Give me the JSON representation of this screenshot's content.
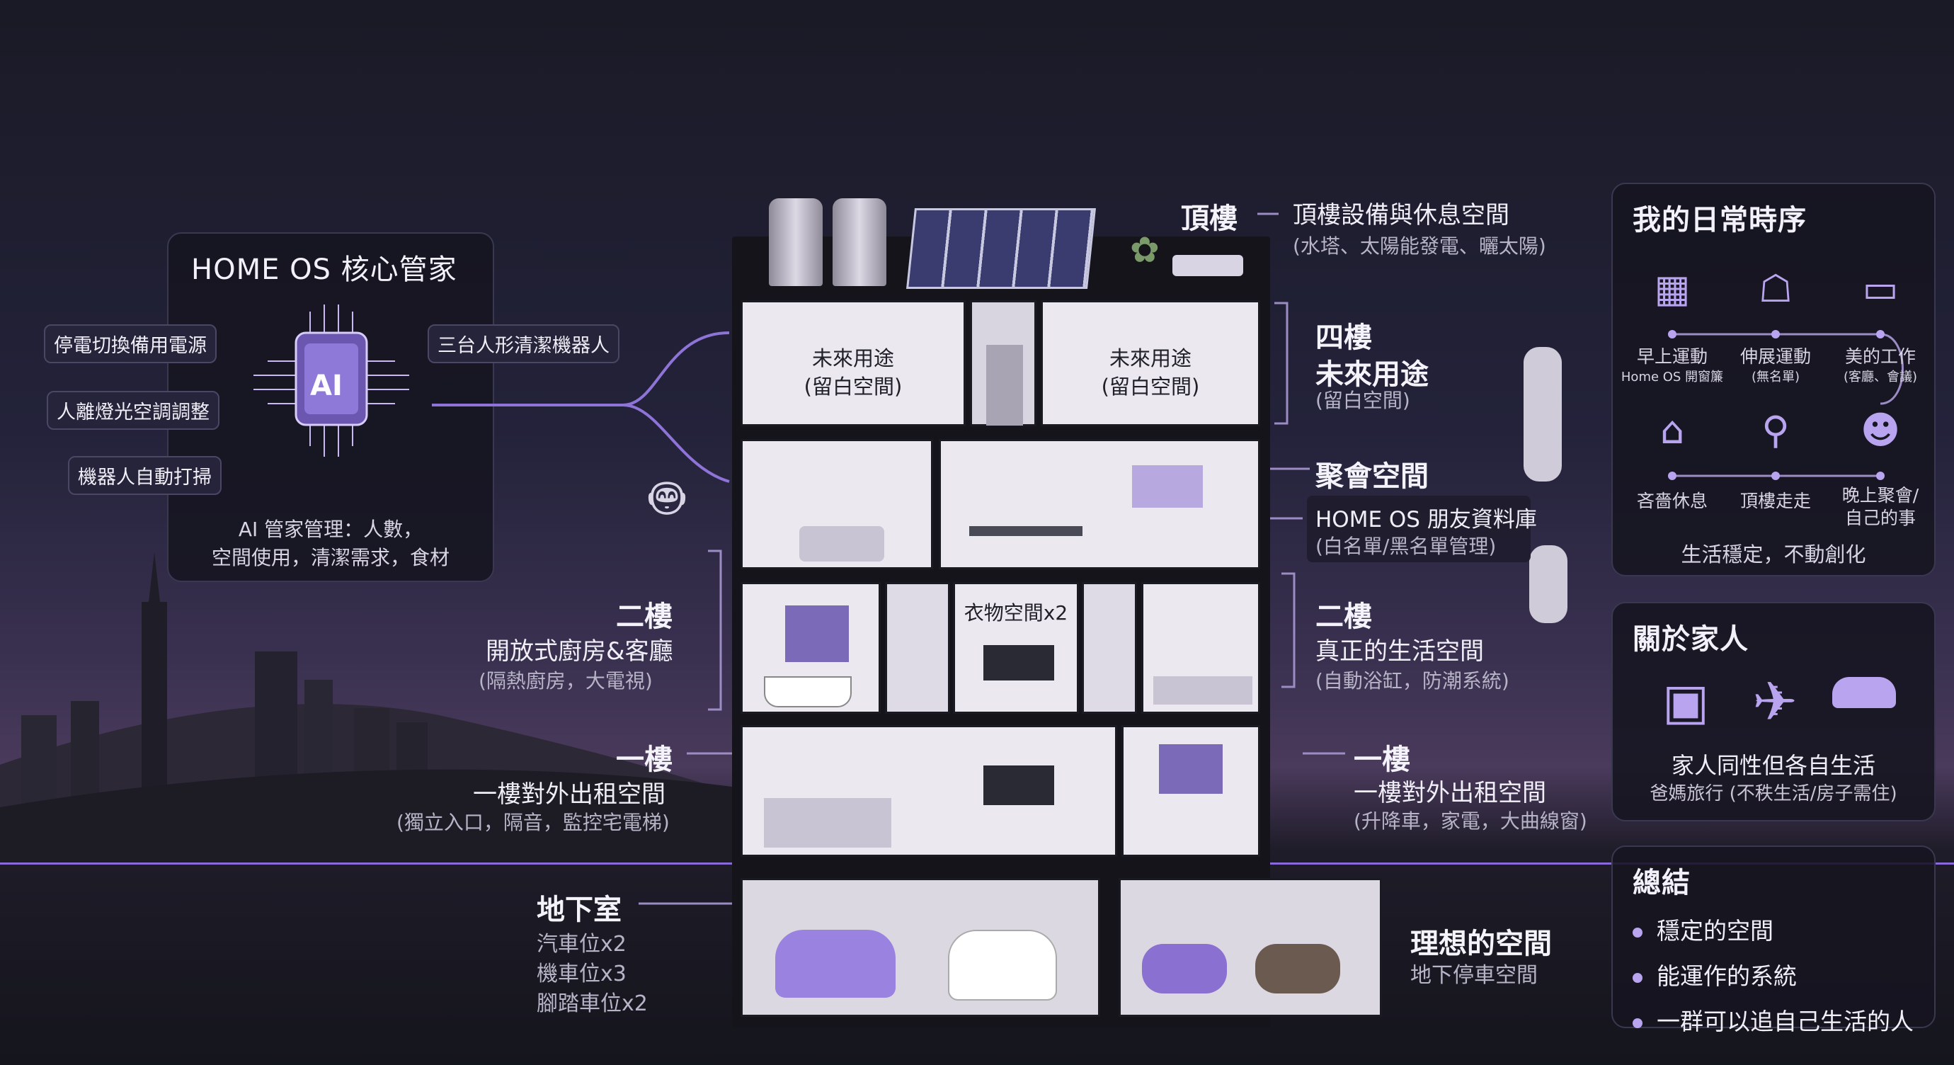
{
  "core": {
    "title": "HOME OS 核心管家",
    "chip": "AI",
    "pills": [
      "停電切換備用電源",
      "人離燈光空調調整",
      "機器人自動打掃",
      "三台人形清潔機器人"
    ],
    "caption_1": "AI 管家管理：人數，",
    "caption_2": "空間使用，清潔需求，食材"
  },
  "building": {
    "rooftop": {
      "label": "頂樓",
      "desc": "頂樓設備與休息空間",
      "note": "(水塔、太陽能發電、曬太陽)"
    },
    "floor4": {
      "label": "四樓",
      "desc": "未來用途",
      "note": "(留白空間)",
      "room_a_1": "未來用途",
      "room_a_2": "(留白空間)",
      "room_b_1": "未來用途",
      "room_b_2": "(留白空間)"
    },
    "floor3": {
      "label": "聚會空間",
      "db_1": "HOME OS 朋友資料庫",
      "db_2": "(白名單/黑名單管理)"
    },
    "floor2_left": {
      "label": "二樓",
      "desc": "開放式廚房&客廳",
      "note": "(隔熱廚房，大電視)"
    },
    "floor2_right": {
      "label": "二樓",
      "desc": "真正的生活空間",
      "note": "(自動浴缸，防潮系統)",
      "closet": "衣物空間x2"
    },
    "floor1_left": {
      "label": "一樓",
      "desc": "一樓對外出租空間",
      "note": "(獨立入口，隔音，監控宅電梯)"
    },
    "floor1_right": {
      "label": "一樓",
      "desc": "一樓對外出租空間",
      "note": "(升降車，家電，大曲線窗)"
    },
    "basement": {
      "label": "地下室",
      "items": [
        "汽車位x2",
        "機車位x3",
        "腳踏車位x2"
      ],
      "ideal": "理想的空間",
      "ideal_note": "地下停車空間"
    }
  },
  "daily": {
    "title": "我的日常時序",
    "items": [
      {
        "icon": "window-icon",
        "label": "早上運動",
        "sub": "Home OS 開窗簾"
      },
      {
        "icon": "stretch-icon",
        "label": "伸展運動",
        "sub": "(無名單)"
      },
      {
        "icon": "computer-icon",
        "label": "美的工作",
        "sub": "(客廳、會議)"
      },
      {
        "icon": "sofa-icon",
        "label": "吝嗇休息",
        "sub": ""
      },
      {
        "icon": "walk-icon",
        "label": "頂樓走走",
        "sub": ""
      },
      {
        "icon": "people-icon",
        "label": "晚上聚會/",
        "sub": "自己的事"
      }
    ],
    "footer": "生活穩定，不動創化"
  },
  "family": {
    "title": "關於家人",
    "line_1": "家人同性但各自生活",
    "line_2": "爸媽旅行 (不秩生活/房子需住)"
  },
  "summary": {
    "title": "總結",
    "items": [
      "穩定的空間",
      "能運作的系統",
      "一群可以追自己生活的人"
    ]
  },
  "colors": {
    "accent": "#b9a4f0",
    "panel": "#16151f",
    "wall": "#ece8f0"
  }
}
